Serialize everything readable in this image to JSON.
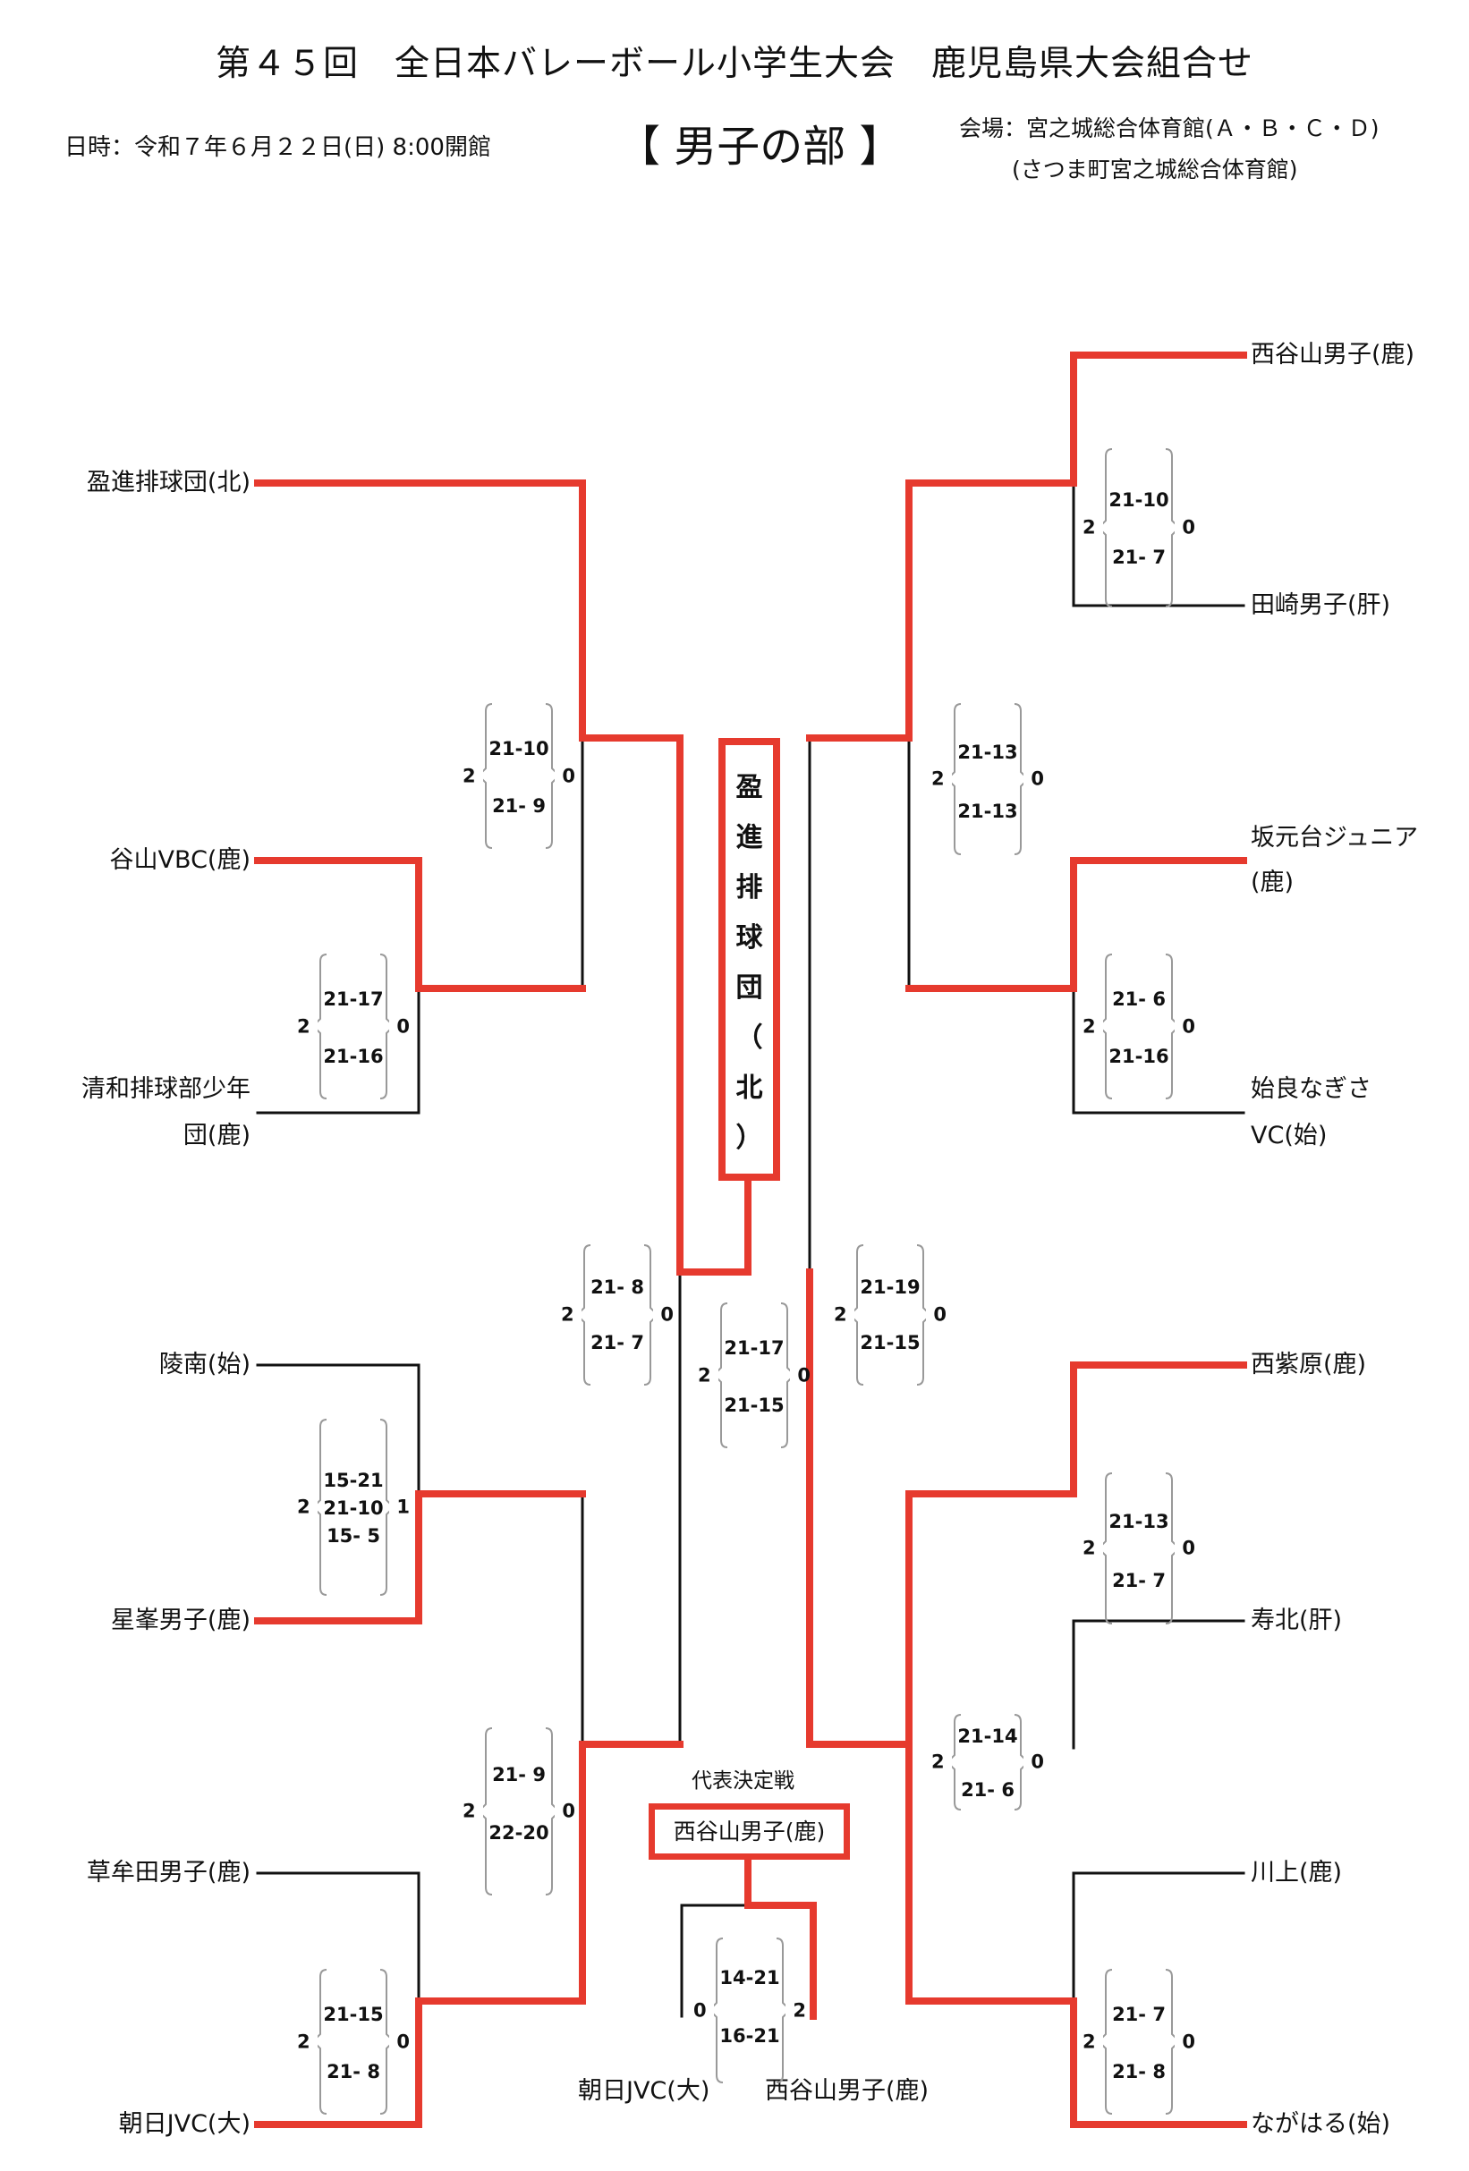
{
  "header": {
    "title": "第４５回　全日本バレーボール小学生大会　鹿児島県大会組合せ",
    "date": "日時：令和７年６月２２日(日) 8:00開館",
    "division": "【 男子の部 】",
    "venue": "会場：宮之城総合体育館(Ａ・Ｂ・Ｃ・Ｄ)",
    "venue_sub": "(さつま町宮之城総合体育館)"
  },
  "teams": {
    "left": [
      "盈進排球団(北)",
      "谷山VBC(鹿)",
      "清和排球部少年",
      "団(鹿)",
      "陵南(始)",
      "星峯男子(鹿)",
      "草牟田男子(鹿)",
      "朝日JVC(大)"
    ],
    "right": [
      "西谷山男子(鹿)",
      "田崎男子(肝)",
      "坂元台ジュニア",
      "(鹿)",
      "始良なぎさ",
      "VC(始)",
      "西紫原(鹿)",
      "寿北(肝)",
      "川上(鹿)",
      "ながはる(始)"
    ]
  },
  "champion": "盈進排球団（北）",
  "champion_chars": [
    "盈",
    "進",
    "排",
    "球",
    "団",
    "（",
    "北",
    "）"
  ],
  "representative": {
    "heading": "代表決定戦",
    "winner": "西谷山男子(鹿)",
    "left_team": "朝日JVC(大)",
    "right_team": "西谷山男子(鹿)"
  },
  "matches": [
    {
      "id": "r1-right-top",
      "won_left": "2",
      "sets": [
        "21-10",
        "21- 7"
      ],
      "won_right": "0"
    },
    {
      "id": "r2-left-top",
      "won_left": "2",
      "sets": [
        "21-10",
        "21- 9"
      ],
      "won_right": "0"
    },
    {
      "id": "r2-right-top",
      "won_left": "2",
      "sets": [
        "21-13",
        "21-13"
      ],
      "won_right": "0"
    },
    {
      "id": "r1-left-top",
      "won_left": "2",
      "sets": [
        "21-17",
        "21-16"
      ],
      "won_right": "0"
    },
    {
      "id": "r1-right-mid",
      "won_left": "2",
      "sets": [
        "21- 6",
        "21-16"
      ],
      "won_right": "0"
    },
    {
      "id": "semi-left",
      "won_left": "2",
      "sets": [
        "21- 8",
        "21- 7"
      ],
      "won_right": "0"
    },
    {
      "id": "final",
      "won_left": "2",
      "sets": [
        "21-17",
        "21-15"
      ],
      "won_right": "0"
    },
    {
      "id": "semi-right",
      "won_left": "2",
      "sets": [
        "21-19",
        "21-15"
      ],
      "won_right": "0"
    },
    {
      "id": "r1-left-mid",
      "won_left": "2",
      "sets": [
        "15-21",
        "21-10",
        "15- 5"
      ],
      "won_right": "1"
    },
    {
      "id": "r1-right-lower",
      "won_left": "2",
      "sets": [
        "21-13",
        "21- 7"
      ],
      "won_right": "0"
    },
    {
      "id": "r2-right-bottom",
      "won_left": "2",
      "sets": [
        "21-14",
        "21- 6"
      ],
      "won_right": "0"
    },
    {
      "id": "r2-left-bottom",
      "won_left": "2",
      "sets": [
        "21- 9",
        "22-20"
      ],
      "won_right": "0"
    },
    {
      "id": "rep-final",
      "won_left": "0",
      "sets": [
        "14-21",
        "16-21"
      ],
      "won_right": "2"
    },
    {
      "id": "r1-left-bottom",
      "won_left": "2",
      "sets": [
        "21-15",
        "21- 8"
      ],
      "won_right": "0"
    },
    {
      "id": "r1-right-bottom",
      "won_left": "2",
      "sets": [
        "21- 7",
        "21- 8"
      ],
      "won_right": "0"
    }
  ],
  "colors": {
    "winner_line": "#e63a2e",
    "loser_line": "#111111",
    "text": "#111111"
  }
}
